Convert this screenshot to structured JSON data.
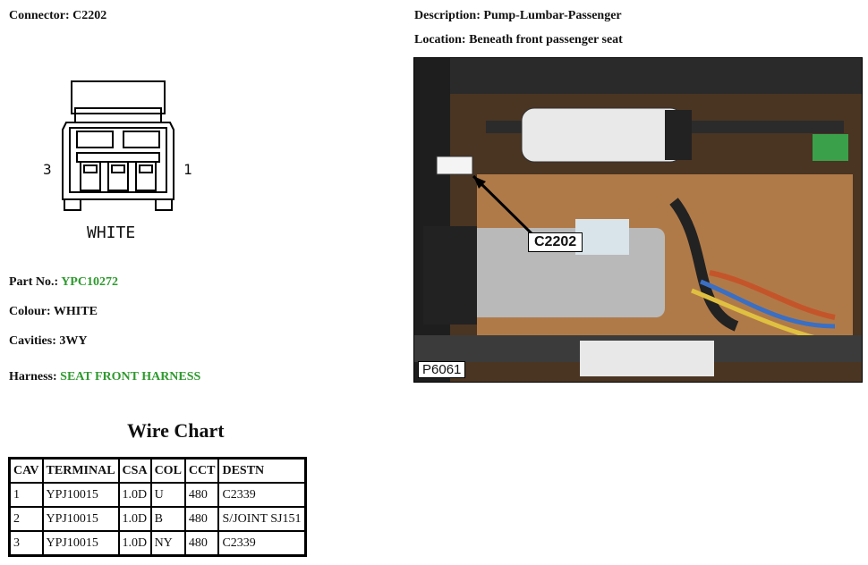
{
  "connector": {
    "label": "Connector:",
    "value": "C2202"
  },
  "description": {
    "label": "Description:",
    "value": "Pump-Lumbar-Passenger"
  },
  "location": {
    "label": "Location:",
    "value": "Beneath front passenger seat"
  },
  "diagram": {
    "pin_left": "3",
    "pin_right": "1",
    "colour_label": "WHITE"
  },
  "part_no": {
    "label": "Part No.:",
    "value": "YPC10272"
  },
  "colour": {
    "label": "Colour:",
    "value": "WHITE"
  },
  "cavities": {
    "label": "Cavities:",
    "value": "3WY"
  },
  "harness": {
    "label": "Harness:",
    "value": "SEAT FRONT HARNESS"
  },
  "wire_chart": {
    "title": "Wire Chart",
    "headers": [
      "CAV",
      "TERMINAL",
      "CSA",
      "COL",
      "CCT",
      "DESTN"
    ],
    "rows": [
      [
        "1",
        "YPJ10015",
        "1.0D",
        "U",
        "480",
        "C2339"
      ],
      [
        "2",
        "YPJ10015",
        "1.0D",
        "B",
        "480",
        "S/JOINT SJ151"
      ],
      [
        "3",
        "YPJ10015",
        "1.0D",
        "NY",
        "480",
        "C2339"
      ]
    ]
  },
  "photo": {
    "callout": "C2202",
    "tag": "P6061"
  },
  "colors": {
    "link_green": "#2e9a2e"
  }
}
